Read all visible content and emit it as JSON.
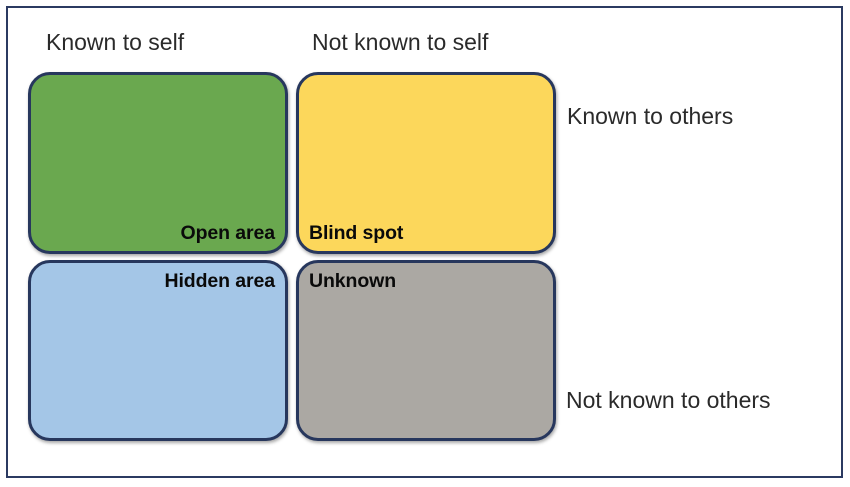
{
  "diagram": {
    "type": "johari-window",
    "frame_color": "#2b3a61",
    "column_headers": [
      {
        "id": "known-to-self",
        "label": "Known to self"
      },
      {
        "id": "not-known-to-self",
        "label": "Not known to self"
      }
    ],
    "row_headers": [
      {
        "id": "known-to-others",
        "label": "Known to others"
      },
      {
        "id": "not-known-to-others",
        "label": "Not known to others"
      }
    ],
    "quadrants": [
      {
        "id": "open-area",
        "label": "Open area",
        "fill": "#6aa84f",
        "border": "#27375d",
        "column": "Known to self",
        "row": "Known to others",
        "label_align": "bottom-right"
      },
      {
        "id": "blind-spot",
        "label": "Blind spot",
        "fill": "#fcd75b",
        "border": "#27375d",
        "column": "Not known to self",
        "row": "Known to others",
        "label_align": "bottom-left"
      },
      {
        "id": "hidden-area",
        "label": "Hidden area",
        "fill": "#a4c6e7",
        "border": "#27375d",
        "column": "Known to self",
        "row": "Not known to others",
        "label_align": "top-right"
      },
      {
        "id": "unknown",
        "label": "Unknown",
        "fill": "#aba8a3",
        "border": "#27375d",
        "column": "Not known to self",
        "row": "Not known to others",
        "label_align": "top-left"
      }
    ]
  }
}
